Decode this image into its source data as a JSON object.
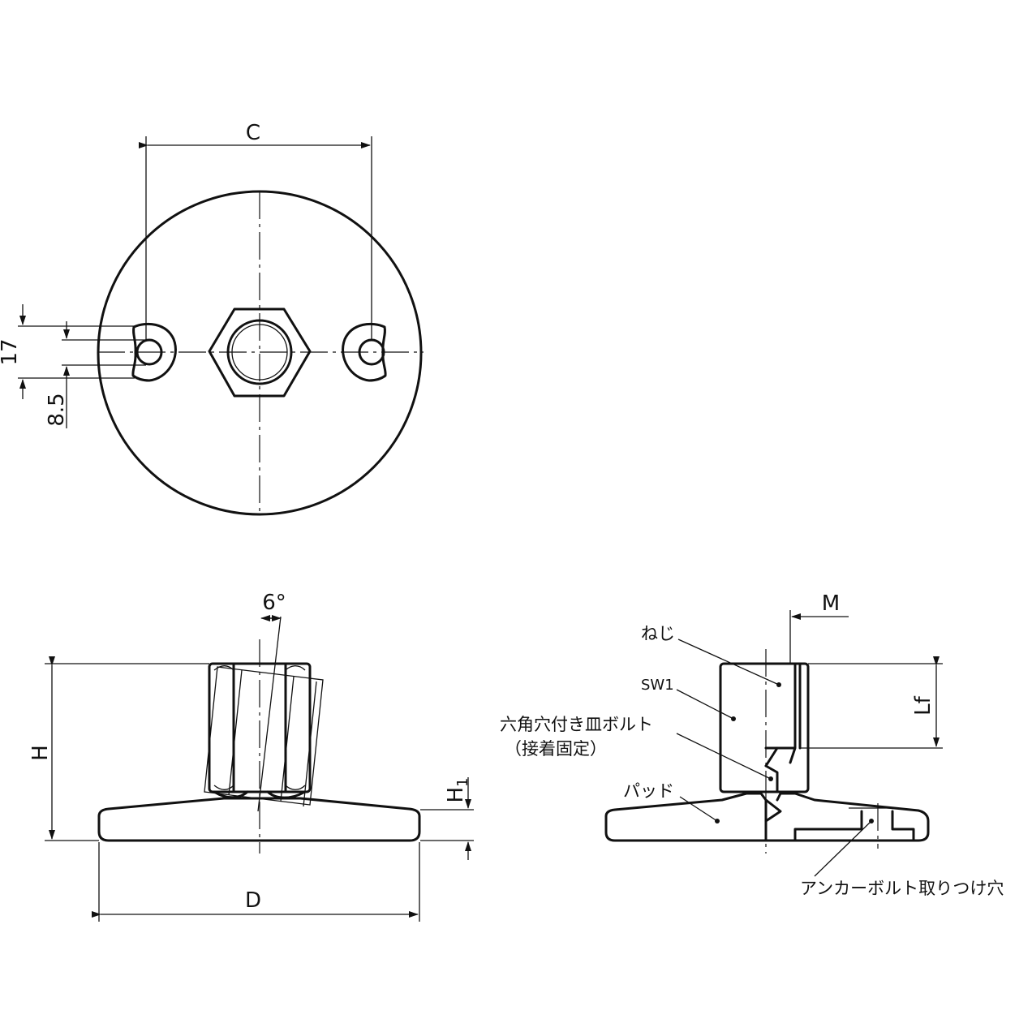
{
  "dimensions": {
    "c": "C",
    "dim_17": "17",
    "dim_8_5": "8.5",
    "angle": "6°",
    "h": "H",
    "h1": "H",
    "h1_sub": "1",
    "d": "D",
    "m": "M",
    "lf": "Lf"
  },
  "callouts": {
    "screw": "ねじ",
    "sw1": "SW1",
    "bolt_line1": "六角穴付き皿ボルト",
    "bolt_line2": "（接着固定）",
    "pad": "パッド",
    "anchor_hole": "アンカーボルト取りつけ穴"
  }
}
